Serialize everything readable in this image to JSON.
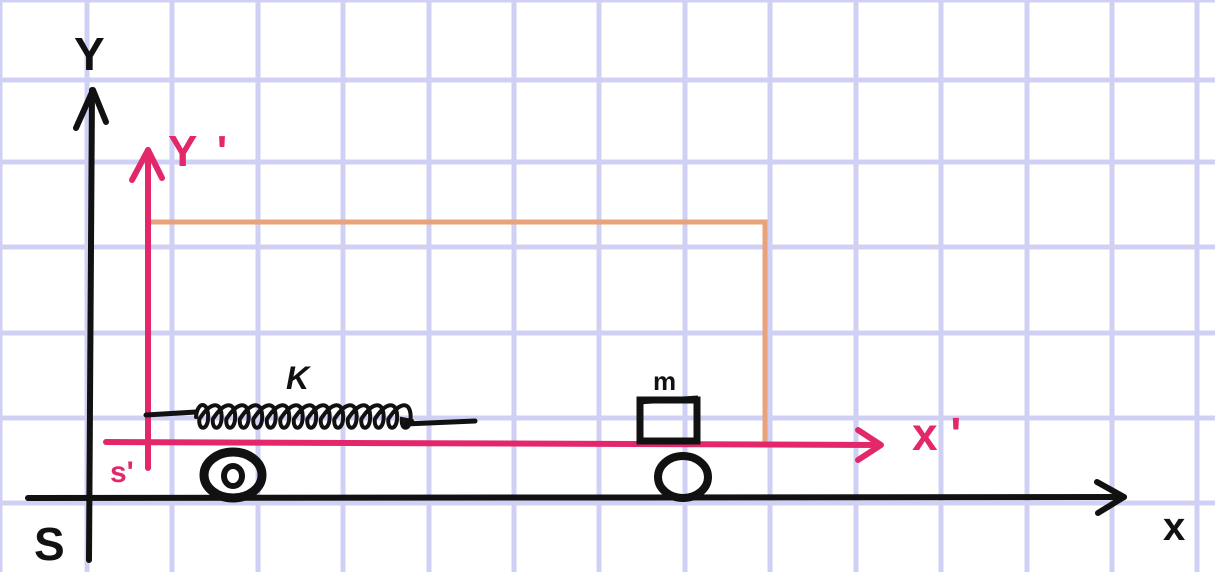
{
  "colors": {
    "grid": "#cfd0f3",
    "ground_frame": "#111111",
    "moving_frame": "#e3276b",
    "cart_body": "#e8a37a",
    "ink": "#111111"
  },
  "frame_s": {
    "origin_label": "S",
    "x_axis_label": "x",
    "y_axis_label": "Y"
  },
  "frame_s_prime": {
    "origin_label": "s'",
    "x_axis_label": "x '",
    "y_axis_label": "Y '"
  },
  "spring": {
    "label": "K"
  },
  "mass": {
    "label": "m"
  }
}
